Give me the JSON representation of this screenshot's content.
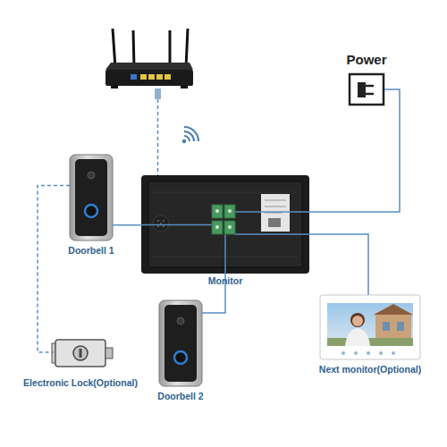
{
  "diagram": {
    "nodes": [
      {
        "text": [
          "Power"
        ]
      },
      {
        "text": [
          "Doorbell 1"
        ]
      },
      {
        "text": [
          "Monitor"
        ]
      },
      {
        "text": [
          "Next monitor(Optional)"
        ]
      },
      {
        "text": [
          "Doorbell 2"
        ]
      },
      {
        "text": [
          "Electronic Lock(Optional)"
        ]
      }
    ],
    "edges": [
      {
        "from": 0,
        "to": 2,
        "arrow": "none"
      },
      {
        "from": 1,
        "to": 2,
        "arrow": "none"
      },
      {
        "from": 1,
        "to": 5,
        "arrow": "none"
      },
      {
        "from": 2,
        "to": 3,
        "arrow": "none"
      },
      {
        "from": 4,
        "to": 2,
        "arrow": "none"
      }
    ]
  }
}
